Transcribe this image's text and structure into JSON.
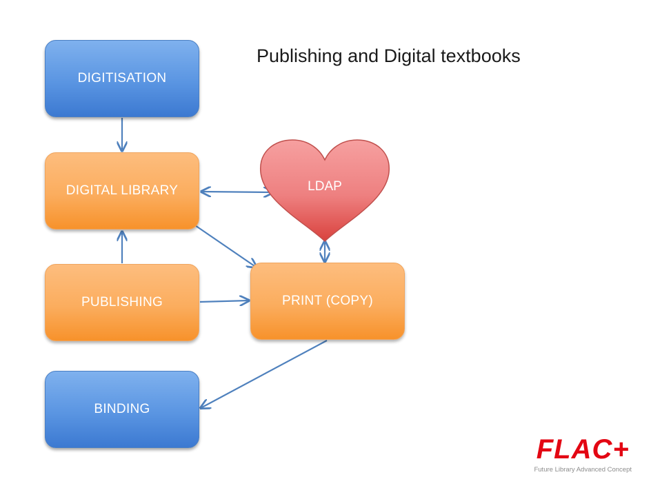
{
  "title": "Publishing and Digital textbooks",
  "nodes": {
    "digitisation": "DIGITISATION",
    "digital_library": "DIGITAL LIBRARY",
    "publishing": "PUBLISHING",
    "print_copy": "PRINT (COPY)",
    "binding": "BINDING",
    "ldap": "LDAP"
  },
  "logo": {
    "mark": "FLAC+",
    "tagline": "Future Library Advanced Concept"
  },
  "colors": {
    "blue_node": "#5a95e2",
    "orange_node": "#fbad5e",
    "heart": "#f08a8a",
    "arrow": "#4f81bd",
    "logo_red": "#e30613"
  },
  "connections": [
    {
      "from": "DIGITISATION",
      "to": "DIGITAL LIBRARY",
      "direction": "one-way"
    },
    {
      "from": "PUBLISHING",
      "to": "DIGITAL LIBRARY",
      "direction": "one-way"
    },
    {
      "from": "DIGITAL LIBRARY",
      "to": "LDAP",
      "direction": "two-way"
    },
    {
      "from": "DIGITAL LIBRARY",
      "to": "PRINT (COPY)",
      "direction": "one-way"
    },
    {
      "from": "LDAP",
      "to": "PRINT (COPY)",
      "direction": "two-way"
    },
    {
      "from": "PUBLISHING",
      "to": "PRINT (COPY)",
      "direction": "one-way"
    },
    {
      "from": "PRINT (COPY)",
      "to": "BINDING",
      "direction": "one-way"
    }
  ]
}
